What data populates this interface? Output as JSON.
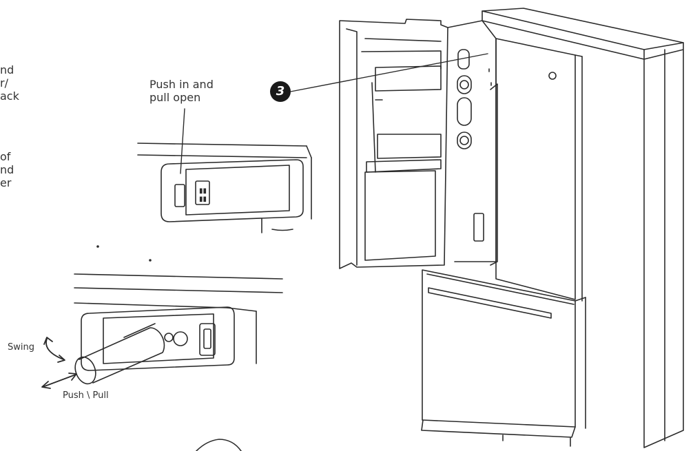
{
  "side_text_fragments": [
    "nd",
    "r/",
    "ack",
    "",
    "of",
    "nd",
    "er"
  ],
  "labels": {
    "push_in_line1": "Push in and",
    "push_in_line2": "pull open",
    "swing": "Swing",
    "push_pull": "Push \\ Pull",
    "step_number": "3"
  },
  "colors": {
    "line": "#2b2b2b",
    "callout_fill": "#1a1a1a",
    "background": "#ffffff"
  }
}
